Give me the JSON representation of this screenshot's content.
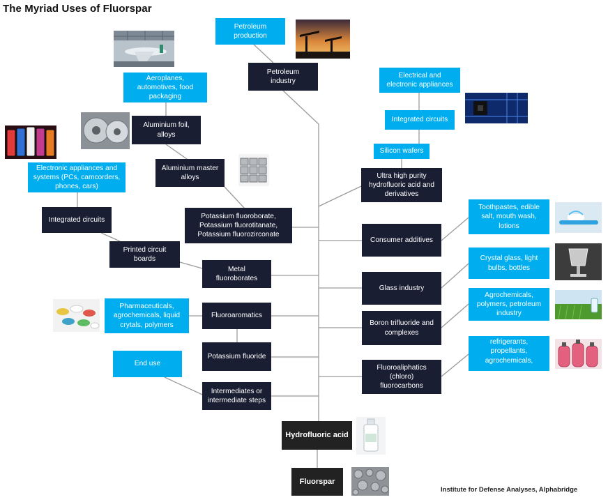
{
  "title": "The Myriad Uses of Fluorspar",
  "credit": "Institute for Defense Analyses, Alphabridge",
  "nodes": {
    "petroleum_production": "Petroleum\nproduction",
    "petroleum_industry": "Petroleum\nindustry",
    "aeroplanes": "Aeroplanes,\nautomotives, food\npackaging",
    "aluminium_foil": "Aluminium foil,\nalloys",
    "aluminium_master": "Aluminium master\nalloys",
    "electronic_systems": "Electronic appliances and\nsystems (PCs, camcorders,\nphones, cars)",
    "integrated_circuits_left": "Integrated circuits",
    "printed_circuit_boards": "Printed circuit\nboards",
    "potassium_fluoroborate": "Potassium fluoroborate,\nPotassium fluorotitanate,\nPotassium fluorozirconate",
    "metal_fluoroborates": "Metal\nfluoroborates",
    "pharmaceuticals": "Pharmaceuticals,\nagrochemicals, liquid\ncrytals, polymers",
    "fluoroaromatics": "Fluoroaromatics",
    "potassium_fluoride": "Potassium fluoride",
    "end_use": "End use",
    "intermediates": "Intermediates or\nintermediate steps",
    "hydrofluoric_acid": "Hydrofluoric acid",
    "fluorspar": "Fluorspar",
    "electrical_appliances": "Electrical and\nelectronic appliances",
    "integrated_circuits_right": "Integrated circuits",
    "silicon_wafers": "Silicon wafers",
    "ultra_high_purity": "Ultra high purity\nhydrofluoric acid and\nderivatives",
    "toothpastes": "Toothpastes, edible\nsalt, mouth wash,\nlotions",
    "consumer_additives": "Consumer additives",
    "crystal_glass": "Crystal glass, light\nbulbs, bottles",
    "glass_industry": "Glass industry",
    "agrochemicals_right": "Agrochemicals,\npolymers, petroleum\nindustry",
    "boron_trifluoride": "Boron trifluoride and\ncomplexes",
    "refrigerants": "refrigerants,\npropellants,\nagrochemicals,",
    "fluoroaliphatics": "Fluoroaliphatics\n(chloro)\nfluorocarbons"
  },
  "photos": {
    "oil_pumps": "oil-pump-photo",
    "aircraft_factory": "aircraft-factory-photo",
    "aluminium_rolls": "aluminium-roll-photo",
    "smartphones": "smartphones-photo",
    "alloy_ingots": "alloy-ingot-photo",
    "circuit_board": "circuit-board-photo",
    "toothpaste": "toothpaste-photo",
    "crystal_glass": "crystal-glass-photo",
    "crop_field": "crop-field-photo",
    "gas_cylinders": "gas-cylinder-photo",
    "pills": "pills-photo",
    "acid_bottle": "acid-bottle-photo",
    "fluorspar_rock": "fluorspar-rock-photo"
  },
  "colors": {
    "dark_box": "#1a1e33",
    "blue_box": "#00aeef",
    "base_box": "#222222",
    "connector": "#9a9a9a"
  }
}
